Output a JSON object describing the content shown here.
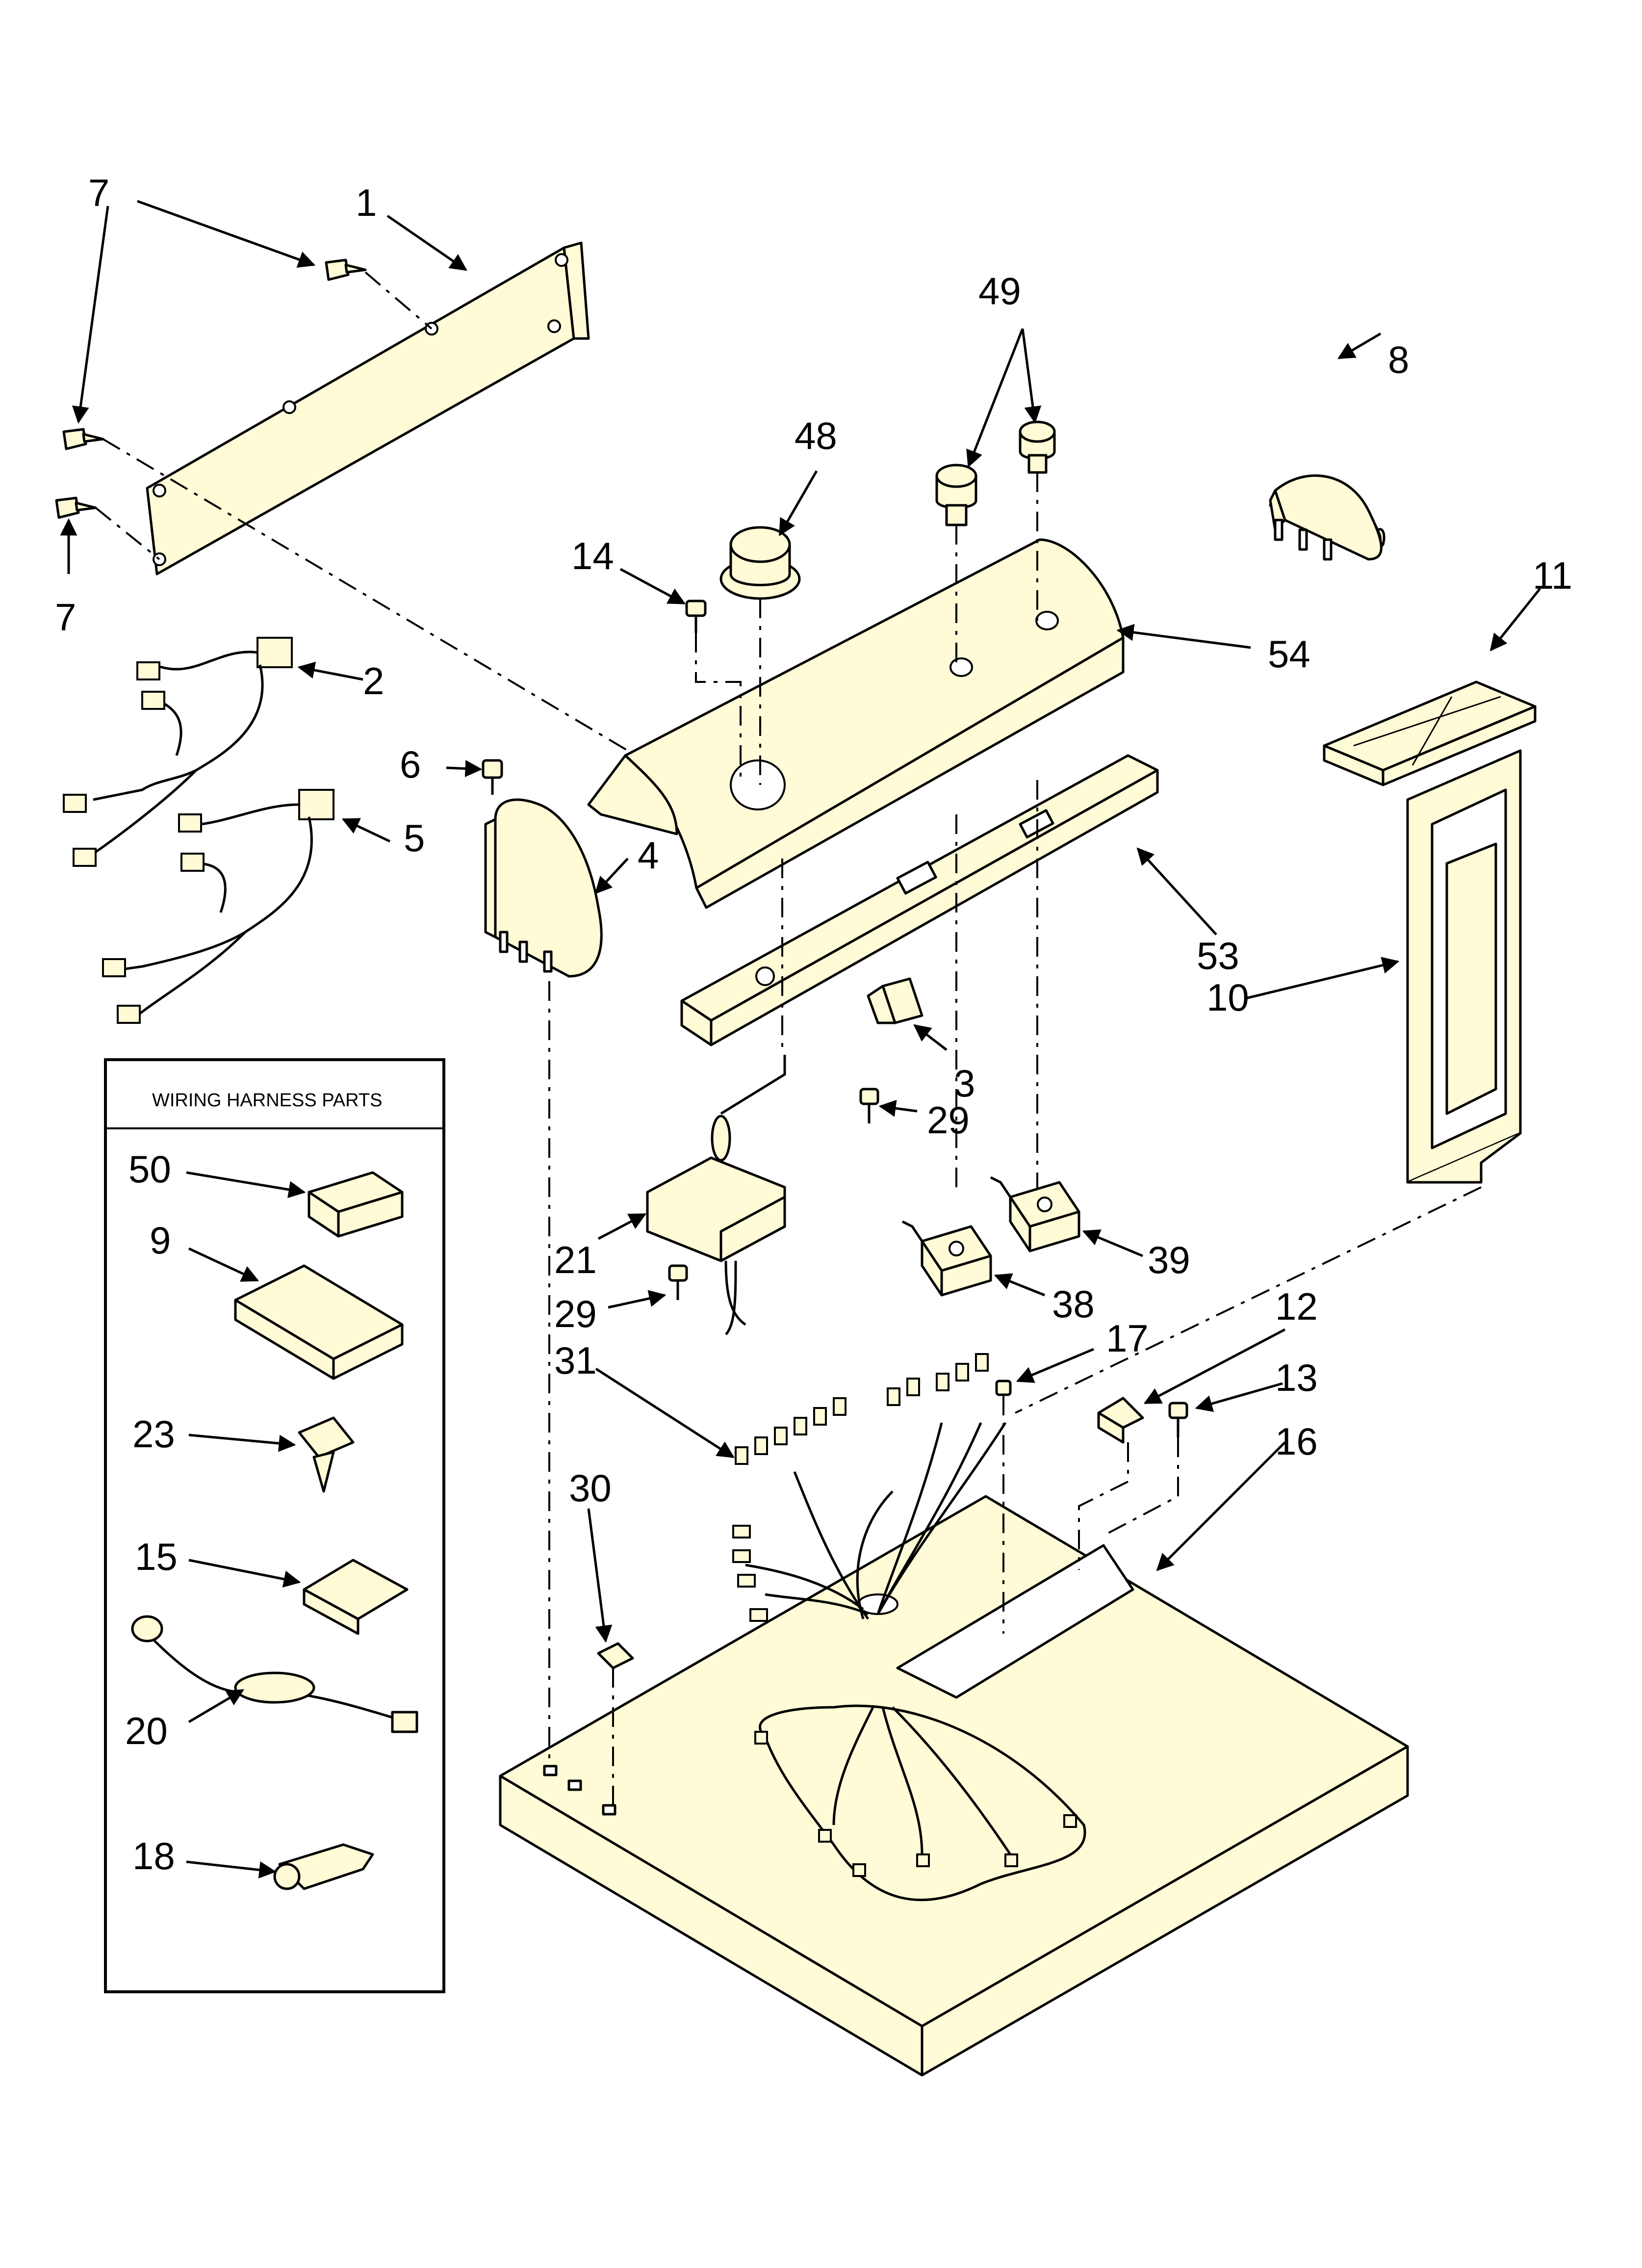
{
  "diagram": {
    "inset_title": "WIRING HARNESS PARTS",
    "labels": {
      "p1": "1",
      "p2": "2",
      "p3": "3",
      "p4": "4",
      "p5": "5",
      "p6": "6",
      "p7a": "7",
      "p7b": "7",
      "p8": "8",
      "p9": "9",
      "p10": "10",
      "p11": "11",
      "p12": "12",
      "p13": "13",
      "p14": "14",
      "p15": "15",
      "p16": "16",
      "p17": "17",
      "p18": "18",
      "p20": "20",
      "p21": "21",
      "p23": "23",
      "p29a": "29",
      "p29b": "29",
      "p30": "30",
      "p31": "31",
      "p38": "38",
      "p39": "39",
      "p48": "48",
      "p49": "49",
      "p50": "50",
      "p53": "53",
      "p54": "54"
    }
  }
}
